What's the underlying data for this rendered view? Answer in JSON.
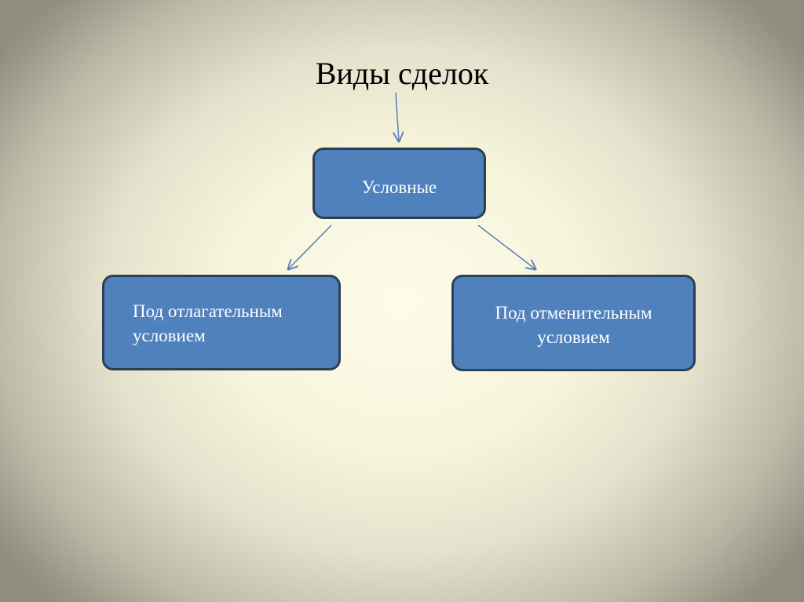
{
  "diagram": {
    "title": "Виды сделок",
    "root": {
      "label": "Условные"
    },
    "children": [
      {
        "label": "Под отлагательным\nусловием"
      },
      {
        "label": "Под отменительным\nусловием"
      }
    ],
    "colors": {
      "box_fill": "#4f81bd",
      "box_border": "#2e3e55",
      "arrow": "#5b7fb0",
      "text_on_box": "#ffffff"
    }
  }
}
